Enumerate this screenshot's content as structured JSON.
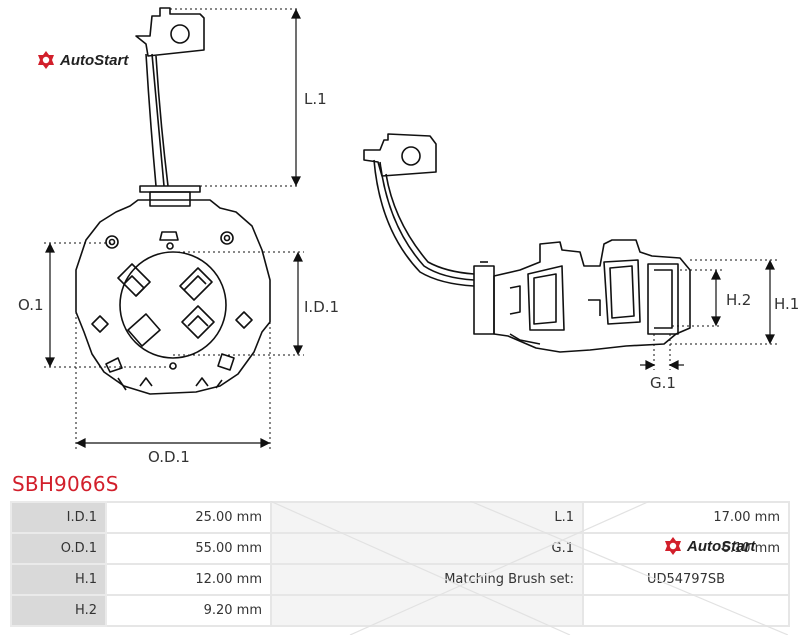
{
  "brand": {
    "name": "AutoStart",
    "accent_color": "#d21f2b"
  },
  "part_number": "SBH9066S",
  "drawing_labels": {
    "L1": "L.1",
    "OD1_side": "O.1",
    "ID1": "I.D.1",
    "OD1_bottom": "O.D.1",
    "H2": "H.2",
    "H1": "H.1",
    "G1": "G.1"
  },
  "specs": [
    {
      "left_label": "I.D.1",
      "left_value": "25.00 mm",
      "right_label": "L.1",
      "right_value": "17.00 mm"
    },
    {
      "left_label": "O.D.1",
      "left_value": "55.00 mm",
      "right_label": "G.1",
      "right_value": "6.10 mm"
    },
    {
      "left_label": "H.1",
      "left_value": "12.00 mm",
      "right_label": "Matching Brush set:",
      "right_value": "UD54797SB"
    },
    {
      "left_label": "H.2",
      "left_value": "9.20 mm",
      "right_label": "",
      "right_value": ""
    }
  ]
}
